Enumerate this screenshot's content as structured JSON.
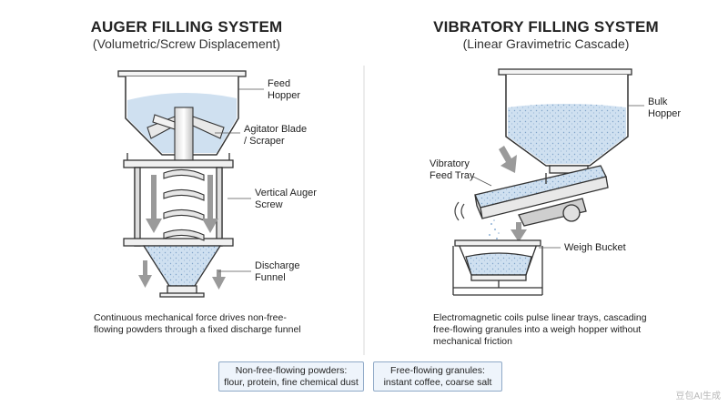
{
  "left": {
    "title": "AUGER FILLING SYSTEM",
    "subtitle": "(Volumetric/Screw Displacement)",
    "labels": {
      "feed_hopper": [
        "Feed",
        "Hopper"
      ],
      "agitator": [
        "Agitator Blade",
        "/ Scraper"
      ],
      "auger": [
        "Vertical Auger",
        "Screw"
      ],
      "discharge": [
        "Discharge",
        "Funnel"
      ]
    },
    "caption": [
      "Continuous mechanical force drives non-free-",
      "flowing powders through a fixed discharge funnel"
    ],
    "box": [
      "Non-free-flowing powders:",
      "flour, protein, fine chemical dust"
    ]
  },
  "right": {
    "title": "VIBRATORY FILLING SYSTEM",
    "subtitle": "(Linear Gravimetric Cascade)",
    "labels": {
      "bulk_hopper": [
        "Bulk",
        "Hopper"
      ],
      "feed_tray": [
        "Vibratory",
        "Feed Tray"
      ],
      "weigh_bucket": [
        "Weigh Bucket"
      ]
    },
    "caption": [
      "Electromagnetic coils pulse linear trays, cascading",
      "free-flowing granules into a weigh hopper without",
      "mechanical friction"
    ],
    "box": [
      "Free-flowing granules:",
      "instant coffee, coarse salt"
    ]
  },
  "watermark": "豆包AI生成",
  "colors": {
    "fill": "#cfe0f0",
    "stroke": "#333333",
    "arrow": "#9a9a9a",
    "box_border": "#8fa9c7"
  }
}
